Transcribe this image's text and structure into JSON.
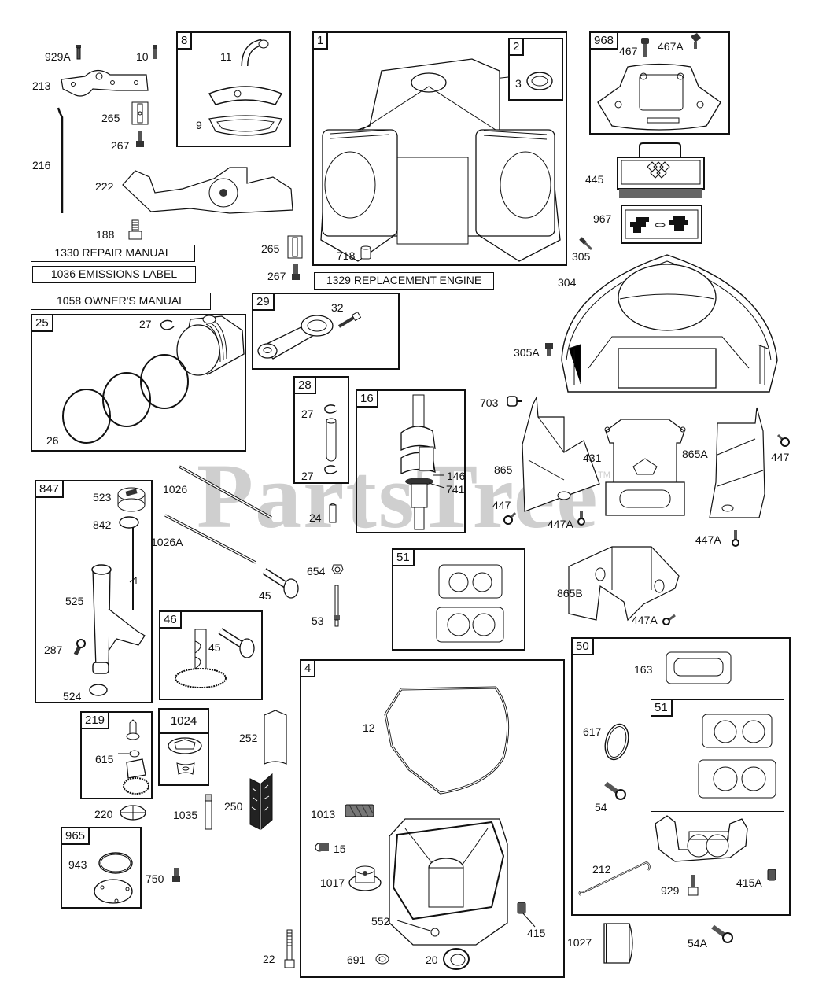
{
  "diagram": {
    "watermark": "PartsTree",
    "watermark_tm": "TM",
    "notes": {
      "repair_manual": "1330 REPAIR MANUAL",
      "emissions_label": "1036 EMISSIONS LABEL",
      "owners_manual": "1058 OWNER'S MANUAL",
      "replacement_engine": "1329 REPLACEMENT ENGINE"
    },
    "groups": {
      "g8": "8",
      "g1": "1",
      "g2": "2",
      "g968": "968",
      "g25": "25",
      "g29": "29",
      "g28": "28",
      "g16": "16",
      "g847": "847",
      "g46": "46",
      "g51a": "51",
      "g4": "4",
      "g50": "50",
      "g51b": "51",
      "g219": "219",
      "g1024": "1024",
      "g965": "965"
    },
    "labels": {
      "p929A": "929A",
      "p10": "10",
      "p213": "213",
      "p265a": "265",
      "p267a": "267",
      "p216": "216",
      "p222": "222",
      "p188": "188",
      "p265b": "265",
      "p267b": "267",
      "p11": "11",
      "p9": "9",
      "p3": "3",
      "p718": "718",
      "p305": "305",
      "p467": "467",
      "p467A": "467A",
      "p445": "445",
      "p967": "967",
      "p304": "304",
      "p305A": "305A",
      "p27a": "27",
      "p26": "26",
      "p32": "32",
      "p27b": "27",
      "p27c": "27",
      "p146": "146",
      "p741": "741",
      "p703": "703",
      "p865": "865",
      "p431": "431",
      "p865A": "865A",
      "p447a": "447",
      "p447b": "447",
      "p447Aa": "447A",
      "p447Ab": "447A",
      "p447Ac": "447A",
      "p865B": "865B",
      "p523": "523",
      "p842": "842",
      "p525": "525",
      "p287": "287",
      "p524": "524",
      "p1026": "1026",
      "p1026A": "1026A",
      "p24": "24",
      "p45a": "45",
      "p654": "654",
      "p53": "53",
      "p45b": "45",
      "p615": "615",
      "p220": "220",
      "p1035": "1035",
      "p252": "252",
      "p250": "250",
      "p943": "943",
      "p750": "750",
      "p22": "22",
      "p12": "12",
      "p1013": "1013",
      "p15": "15",
      "p1017": "1017",
      "p552": "552",
      "p415": "415",
      "p691": "691",
      "p20": "20",
      "p163": "163",
      "p617": "617",
      "p54": "54",
      "p212": "212",
      "p929": "929",
      "p415A": "415A",
      "p1027": "1027",
      "p54A": "54A"
    }
  }
}
